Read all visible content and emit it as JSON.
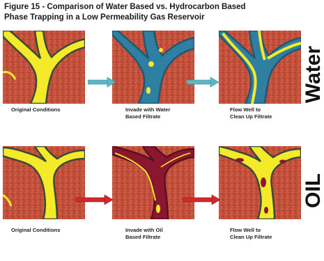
{
  "figure": {
    "title_line1": "Figure 15 - Comparison of Water Based vs. Hydrocarbon Based",
    "title_line2": "Phase Trapping in a Low Permeability Gas Reservoir"
  },
  "rows": [
    {
      "label": "Water",
      "arrow_color": "#5ab8c6",
      "captions": [
        {
          "line1": "Original Conditions",
          "line2": ""
        },
        {
          "line1": "Invade with Water",
          "line2": "Based Filtrate"
        },
        {
          "line1": "Flow Well to",
          "line2": "Clean Up Filtrate"
        }
      ]
    },
    {
      "label": "OIL",
      "arrow_color": "#d12a2a",
      "captions": [
        {
          "line1": "Original Conditions",
          "line2": ""
        },
        {
          "line1": "Invade with Oil",
          "line2": "Based Filtrate"
        },
        {
          "line1": "Flow Well to",
          "line2": "Clean Up Filtrate"
        }
      ]
    }
  ],
  "colors": {
    "rock": "#c8553f",
    "gas": "#f4ea2a",
    "water": "#2f7fa3",
    "oil": "#8b1630",
    "outline": "#3a4a3a"
  }
}
